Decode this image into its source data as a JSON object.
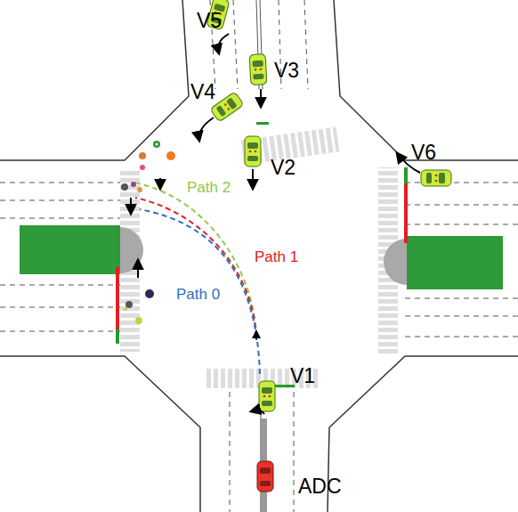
{
  "diagram": {
    "labels": [
      "V5",
      "V3",
      "V4",
      "V2",
      "V6",
      "Path 2",
      "Path 1",
      "Path 0",
      "V1",
      "ADC"
    ]
  }
}
